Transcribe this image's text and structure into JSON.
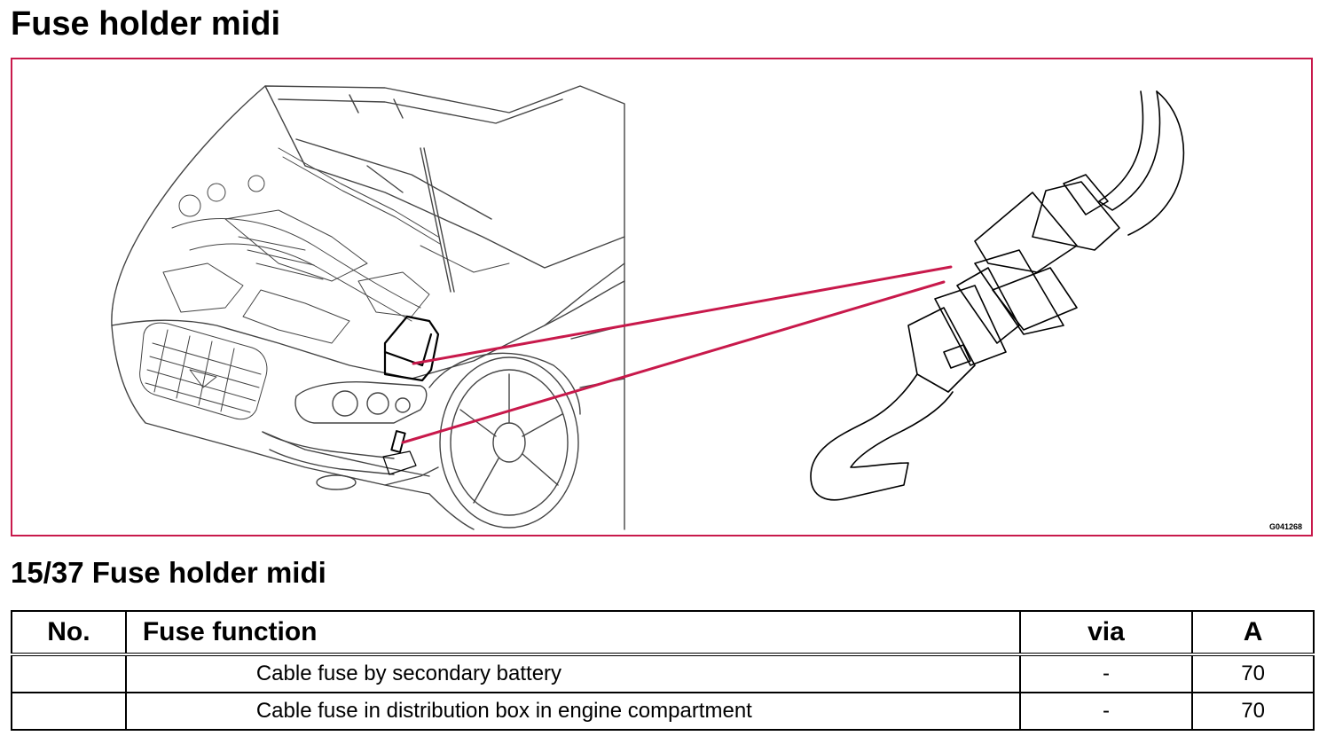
{
  "document": {
    "title": "Fuse holder midi",
    "section_title": "15/37 Fuse holder midi"
  },
  "figure": {
    "code": "G041268",
    "leader_color": "#c8194b"
  },
  "table": {
    "headers": {
      "no": "No.",
      "function": "Fuse function",
      "via": "via",
      "amps": "A"
    },
    "rows": [
      {
        "no": "",
        "function": "Cable fuse by secondary battery",
        "via": "-",
        "amps": "70"
      },
      {
        "no": "",
        "function": "Cable fuse in distribution box in engine compartment",
        "via": "-",
        "amps": "70"
      }
    ]
  }
}
